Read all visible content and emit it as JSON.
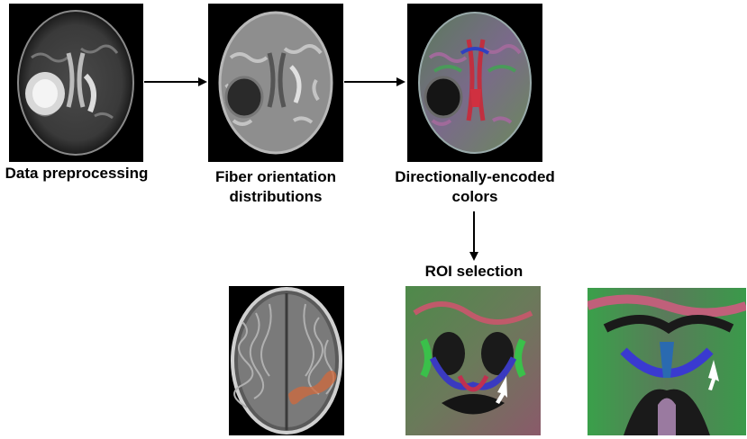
{
  "steps": [
    {
      "label": "Data preprocessing"
    },
    {
      "label_line1": "Fiber orientation",
      "label_line2": "distributions"
    },
    {
      "label_line1": "Directionally-encoded",
      "label_line2": "colors"
    }
  ],
  "roi": {
    "label": "ROI selection"
  },
  "colors": {
    "arrow": "#000000",
    "roi_overlay": "#d2693c",
    "pointer_arrow": "#ffffff"
  }
}
